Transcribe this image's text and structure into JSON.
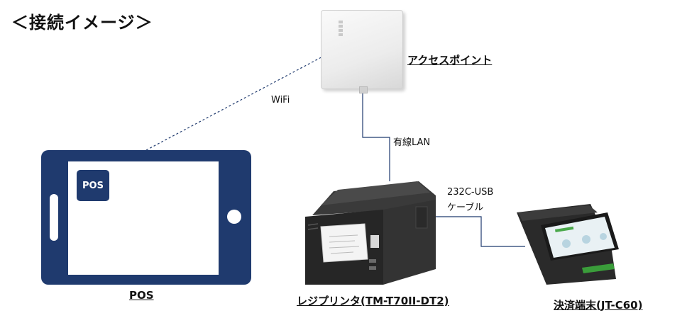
{
  "title": "＜接続イメージ＞",
  "nodes": {
    "access_point": "アクセスポイント",
    "pos": "POS",
    "pos_tile": "POS",
    "printer": "レジプリンタ(TM-T70II-DT2)",
    "payment_terminal": "決済端末(JT-C60)"
  },
  "connections": {
    "wifi": "WiFi",
    "lan": "有線LAN",
    "usb_line1": "232C-USB",
    "usb_line2": "ケーブル"
  },
  "colors": {
    "tablet": "#1f3a6e",
    "printer": "#2b2b2b",
    "line": "#1f3a6e"
  }
}
